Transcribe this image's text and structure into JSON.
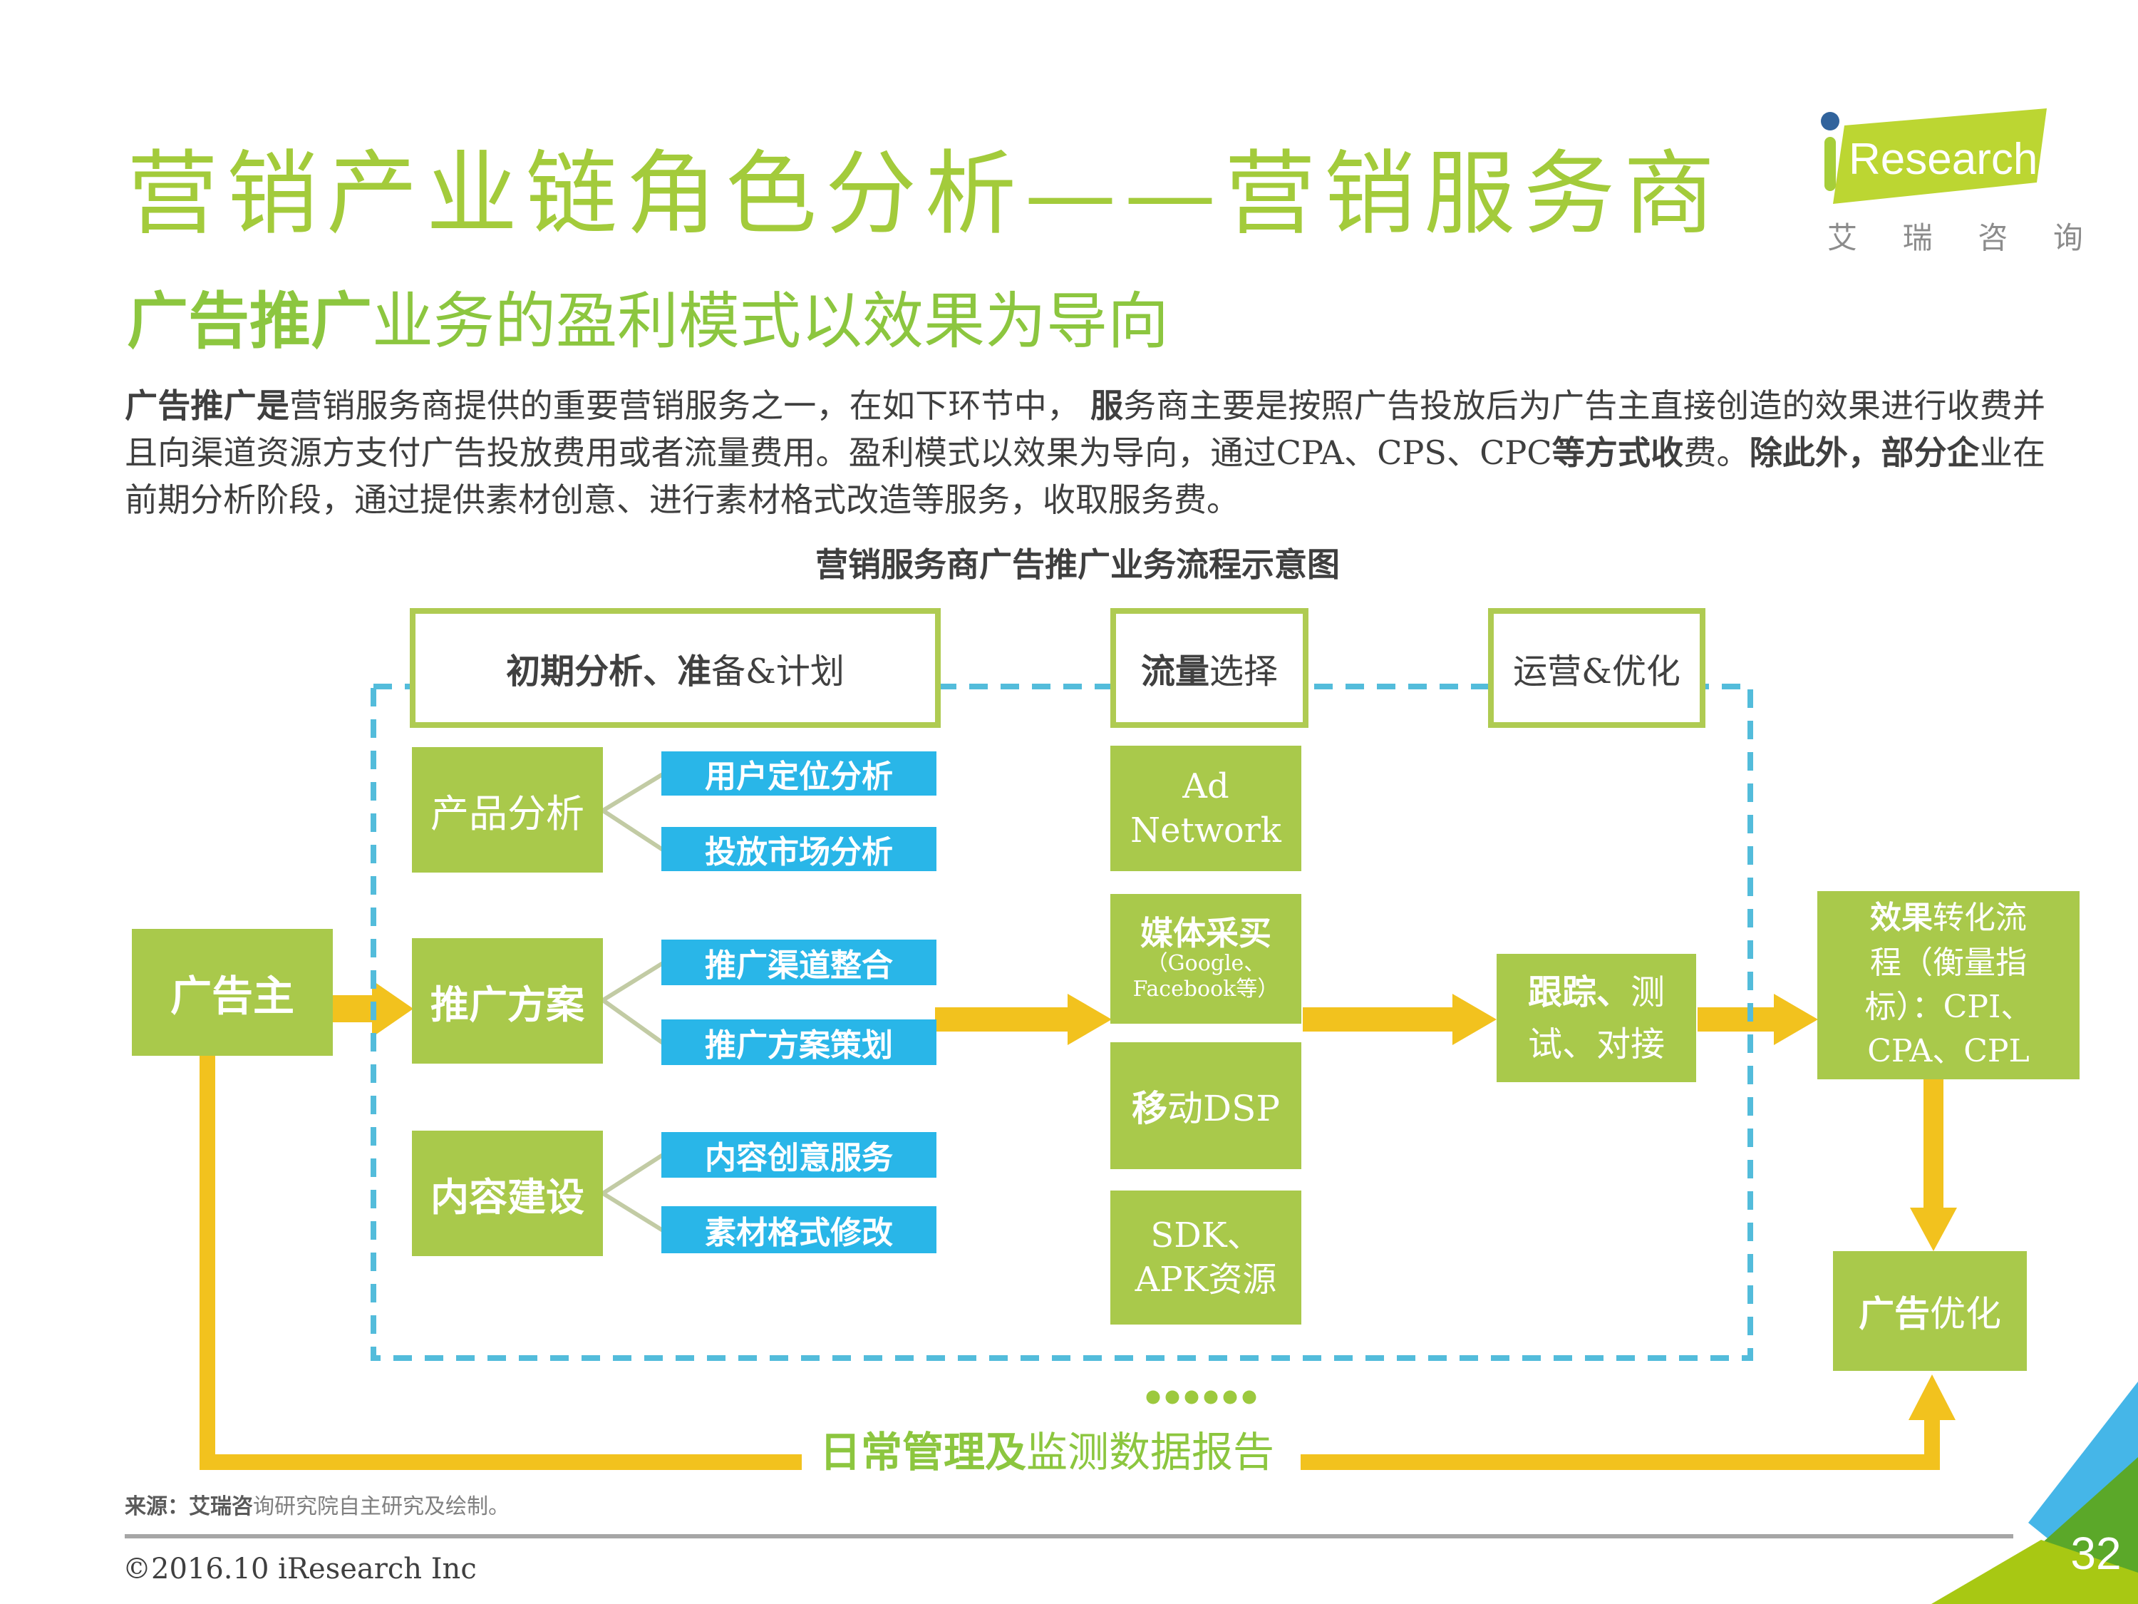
{
  "colors": {
    "title-green": "#A3CB3B",
    "subtitle-green": "#8CC63F",
    "text-dark": "#3F3F3F",
    "green-box": "#A9C94B",
    "green-border": "#AFCB52",
    "blue-box": "#29B6E8",
    "teal": "#53BCDB",
    "yellow": "#F2C21E",
    "connector": "#C2CBA4",
    "dots-green": "#9CC93E",
    "daily-green": "#8CC63F",
    "source-gray": "#7F7F7F",
    "divider-gray": "#A6A6A6",
    "corner-blue": "#45B6E8",
    "corner-dark-green": "#5BA829",
    "corner-light-green": "#A8C813",
    "logo-green": "#BCD632",
    "logo-i-green": "#A6CE39",
    "logo-dot-blue": "#31639C",
    "logo-caption-gray": "#8C8C8C"
  },
  "header": {
    "title": "营销产业链角色分析——营销服务商",
    "subtitle_bold": "广告推广",
    "subtitle_rest": "业务的盈利模式以效果为导向"
  },
  "logo": {
    "brand": "Research",
    "caption": "艾 瑞 咨 询"
  },
  "paragraph": {
    "b1": "广告推广是",
    "r1": "营销服务商提供的重要营销服务之一，在如下环节中， ",
    "b2": "服",
    "r2": "务商主要是按照广告投放后为广告主直接创造的效果进行收费并且向渠道资源方支付广告投放费用或者流量费用。盈利模式以效果为导向，通过CPA、CPS、CPC",
    "b3": "等方式收",
    "r3": "费。",
    "b4": "除此外，部分企",
    "r4": "业在前期分析阶段，通过提供素材创意、进行素材格式改造等服务，收取服务费。"
  },
  "diagram": {
    "title": "营销服务商广告推广业务流程示意图",
    "headers": [
      {
        "bold": "初期分析、准",
        "rest": "备&计划"
      },
      {
        "bold": "流量",
        "rest": "选择"
      },
      {
        "bold": "",
        "rest": "运营&优化"
      }
    ],
    "advertiser": "广告主",
    "stages": [
      "产品分析",
      "推广方案",
      "内容建设"
    ],
    "blue_boxes": [
      "用户定位分析",
      "投放市场分析",
      "推广渠道整合",
      "推广方案策划",
      "内容创意服务",
      "素材格式修改"
    ],
    "channels": {
      "ad_network": {
        "l1": "Ad",
        "l2": "Network"
      },
      "media_buy": {
        "main": "媒体采买",
        "sub": "（Google、Facebook等）"
      },
      "mobile_dsp": {
        "bold": "移",
        "rest": "动DSP"
      },
      "sdk": {
        "l1": "SDK、",
        "l2": "APK资源"
      }
    },
    "tracking": {
      "bold": "跟踪、",
      "rest": "测试、对接"
    },
    "conversion": {
      "bold": "效果",
      "rest": "转化流程（衡量指标）：CPI、CPA、CPL"
    },
    "ad_optimization": {
      "bold": "广告",
      "rest": "优化"
    },
    "daily_bold": "日常管理及",
    "daily_rest": "监测数据报告"
  },
  "footer": {
    "source_bold": "来源：艾瑞咨",
    "source_rest": "询研究院自主研究及绘制。",
    "copyright": "©2016.10  iResearch  Inc",
    "page_number": "32"
  }
}
